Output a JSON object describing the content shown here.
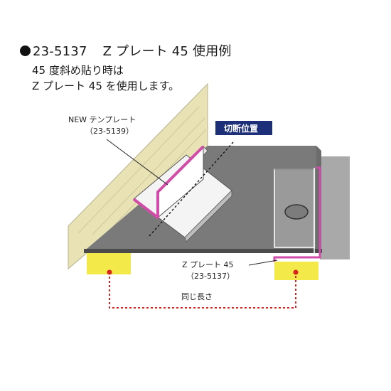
{
  "header": {
    "product_code": "23-5137",
    "title": "Z プレート 45 使用例",
    "line1": "45 度斜め貼り時は",
    "line2": "Z プレート 45 を使用します。"
  },
  "labels": {
    "template_name": "NEW テンプレート",
    "template_code": "（23-5139）",
    "cut_position": "切断位置",
    "plate_name": "Z プレート 45",
    "plate_code": "（23-5137）",
    "same_length": "同じ長さ"
  },
  "colors": {
    "board": "#7a7a7a",
    "board_dark": "#4b4b4b",
    "wall": "#e8e2b5",
    "accent_magenta": "#d14ca8",
    "support_yellow": "#f3ea4a",
    "dimension_red": "#d9231e",
    "badge_navy": "#1d2f78"
  }
}
